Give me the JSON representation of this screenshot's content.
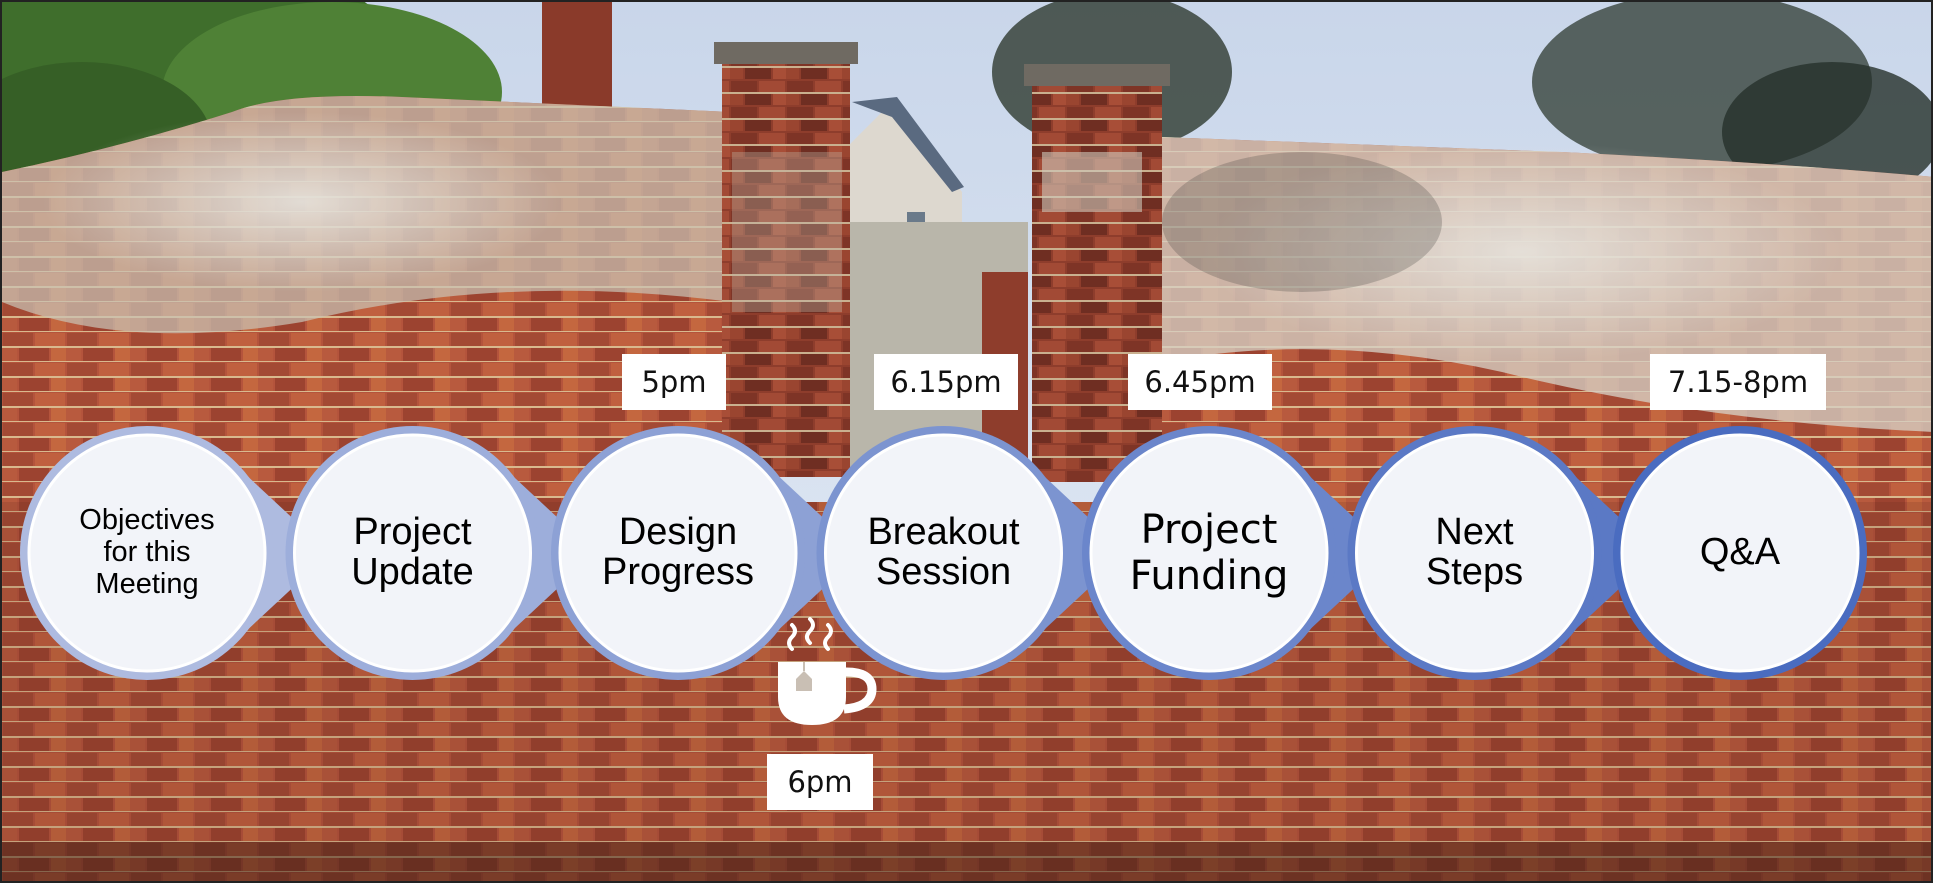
{
  "agenda": {
    "steps": [
      {
        "id": "objectives",
        "label": "Objectives\nfor this\nMeeting"
      },
      {
        "id": "project-update",
        "label": "Project\nUpdate"
      },
      {
        "id": "design-progress",
        "label": "Design\nProgress"
      },
      {
        "id": "breakout-session",
        "label": "Breakout\nSession"
      },
      {
        "id": "project-funding",
        "label": "Project\nFunding"
      },
      {
        "id": "next-steps",
        "label": "Next\nSteps"
      },
      {
        "id": "qa",
        "label": "Q&A"
      }
    ],
    "times": [
      {
        "id": "time-5pm",
        "label": "5pm"
      },
      {
        "id": "time-615pm",
        "label": "6.15pm"
      },
      {
        "id": "time-645pm",
        "label": "6.45pm"
      },
      {
        "id": "time-715-8pm",
        "label": "7.15-8pm"
      },
      {
        "id": "time-6pm",
        "label": "6pm"
      }
    ],
    "break_icon": "coffee-cup-icon"
  },
  "colors": {
    "circle_fill": "#f2f4f9",
    "ring_start": "#aebbe0",
    "ring_end": "#4a6cc0",
    "sky": "#d4dff0",
    "brick": "#9a4a34"
  }
}
